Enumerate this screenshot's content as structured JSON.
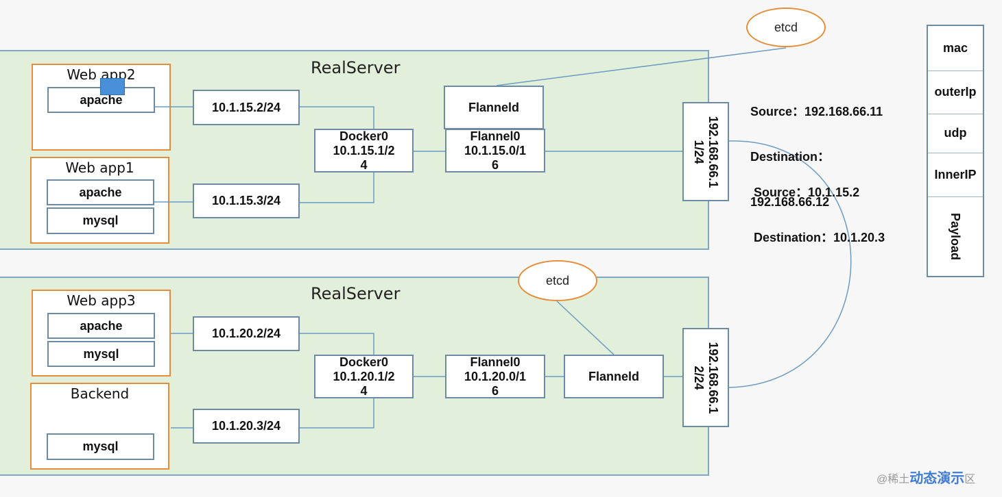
{
  "server1": {
    "title": "RealServer",
    "app_a": {
      "title": "Web app2",
      "services": [
        "apache"
      ]
    },
    "app_b": {
      "title": "Web app1",
      "services": [
        "apache",
        "mysql"
      ]
    },
    "ip_a": "10.1.15.2/24",
    "ip_b": "10.1.15.3/24",
    "docker0": [
      "Docker0",
      "10.1.15.1/2",
      "4"
    ],
    "flannel0": [
      "Flannel0",
      "10.1.15.0/1",
      "6"
    ],
    "flanneld": "Flanneld",
    "host_ip": [
      "192.168.66.1",
      "1/24"
    ],
    "etcd": "etcd"
  },
  "server2": {
    "title": "RealServer",
    "app_a": {
      "title": "Web app3",
      "services": [
        "apache",
        "mysql"
      ]
    },
    "app_b": {
      "title": "Backend",
      "services": [
        "mysql"
      ]
    },
    "ip_a": "10.1.20.2/24",
    "ip_b": "10.1.20.3/24",
    "docker0": [
      "Docker0",
      "10.1.20.1/2",
      "4"
    ],
    "flannel0": [
      "Flannel0",
      "10.1.20.0/1",
      "6"
    ],
    "flanneld": "Flanneld",
    "host_ip": [
      "192.168.66.1",
      "2/24"
    ],
    "etcd": "etcd"
  },
  "outer_packet": [
    "Source：192.168.66.11",
    "Destination：",
    "192.168.66.12"
  ],
  "inner_packet": [
    "Source：10.1.15.2",
    "Destination：10.1.20.3"
  ],
  "packet_layers": [
    "mac",
    "outerIp",
    "udp",
    "InnerIP",
    "Payload"
  ],
  "watermark": {
    "prefix": "@稀土",
    "highlight": "动态演示",
    "suffix": "区"
  }
}
